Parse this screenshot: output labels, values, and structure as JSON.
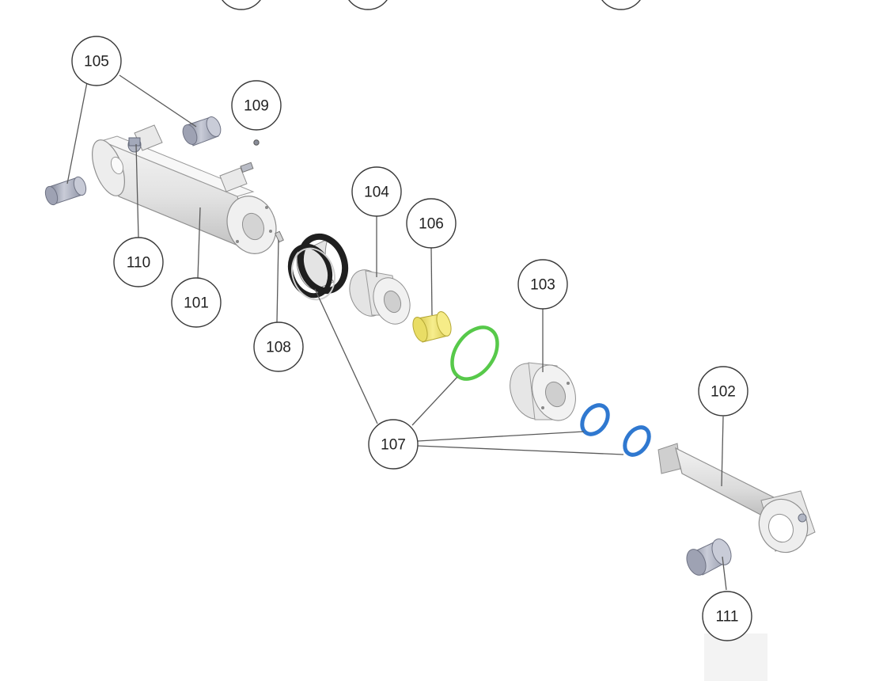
{
  "diagram": {
    "callouts": [
      {
        "id": "101",
        "label": "101"
      },
      {
        "id": "102",
        "label": "102"
      },
      {
        "id": "103",
        "label": "103"
      },
      {
        "id": "104",
        "label": "104"
      },
      {
        "id": "105",
        "label": "105"
      },
      {
        "id": "106",
        "label": "106"
      },
      {
        "id": "107",
        "label": "107"
      },
      {
        "id": "108",
        "label": "108"
      },
      {
        "id": "109",
        "label": "109"
      },
      {
        "id": "110",
        "label": "110"
      },
      {
        "id": "111",
        "label": "111"
      }
    ],
    "colors": {
      "part_body": "#e6e6e6",
      "part_shade": "#bdbdbd",
      "bushing": "#a9adbe",
      "seal_dark": "#1f1f1f",
      "oring_green": "#57c94a",
      "oring_blue": "#2f78d0",
      "wear_ring_yellow": "#f0e36a"
    }
  }
}
